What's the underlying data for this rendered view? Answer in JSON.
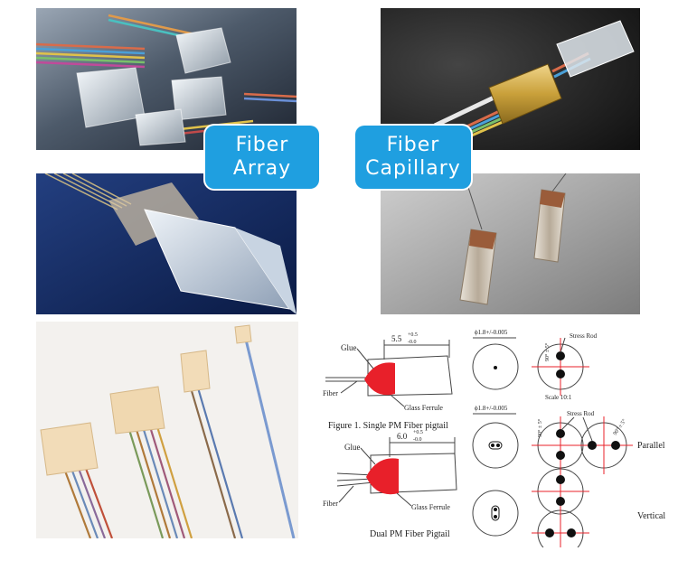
{
  "badges": {
    "fiber_array": {
      "line1": "Fiber",
      "line2": "Array"
    },
    "fiber_capillary": {
      "line1": "Fiber",
      "line2": "Capillary"
    }
  },
  "diagram": {
    "glue_1": "Glue",
    "fiber_1": "Fiber",
    "ferrule_1": "Glass Ferrule",
    "dim_1_main": "5.5",
    "dim_1_plus": "+0.5",
    "dim_1_minus": "-0.0",
    "caption_1": "Figure 1. Single PM Fiber pigtail",
    "phi_1": "ϕ1.8+/-0.005",
    "stress_rod_1": "Stress Rod",
    "angle_1": "90° ± 5°",
    "scale": "Scale 10:1",
    "glue_2": "Glue",
    "fiber_2": "Fiber",
    "ferrule_2": "Glass Ferrule",
    "dim_2_main": "6.0",
    "dim_2_plus": "+0.5",
    "dim_2_minus": "-0.0",
    "caption_2": "Dual PM Fiber Pigtail",
    "phi_2": "ϕ1.8+/-0.005",
    "stress_rod_2": "Stress Rod",
    "angle_2": "90° ± 5°",
    "angle_3": "90° ± 5°",
    "parallel": "Parallel",
    "vertical": "Vertical"
  },
  "colors": {
    "badge": "#1f9fe0",
    "glue": "#e8202a",
    "crosshair": "#e8202a"
  }
}
